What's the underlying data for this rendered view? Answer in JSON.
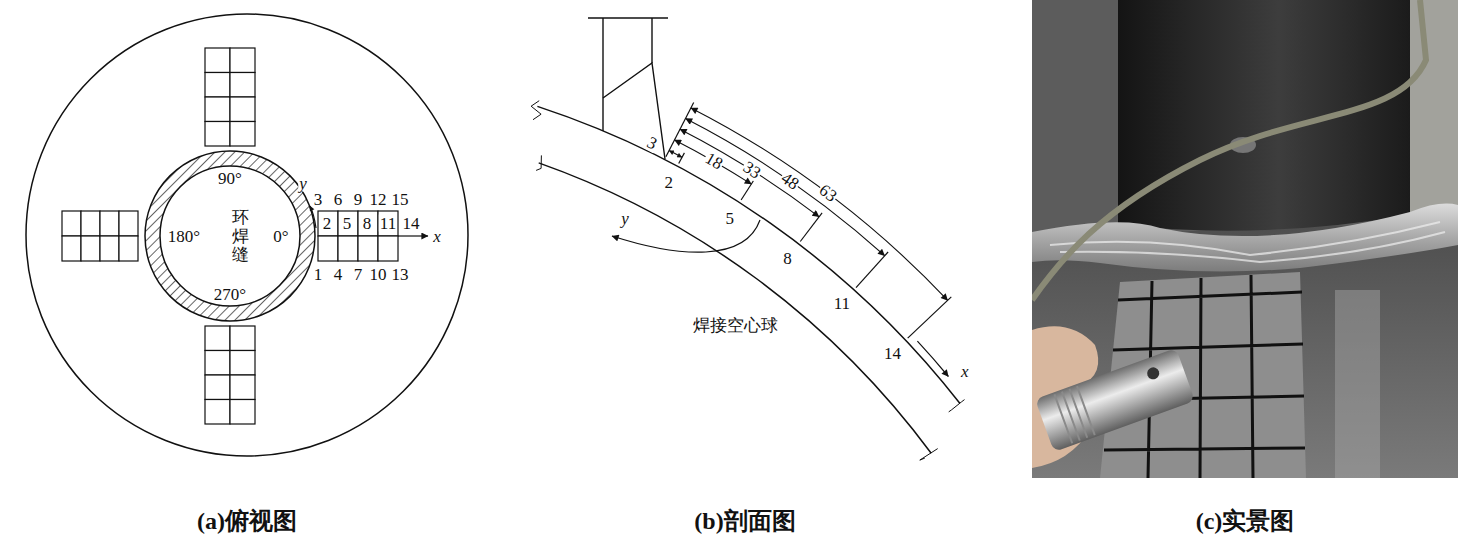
{
  "diagram": {
    "labels": [
      "90°",
      "180°",
      "0°",
      "270°",
      "环焊缝",
      "y",
      "x",
      "3",
      "6",
      "9",
      "12",
      "15",
      "2",
      "5",
      "8",
      "11",
      "14",
      "1",
      "4",
      "7",
      "10",
      "13",
      "3",
      "18",
      "33",
      "48",
      "63",
      "2",
      "5",
      "8",
      "11",
      "14",
      "y",
      "x",
      "焊接空心球",
      "(a)俯视图",
      "(b)剖面图",
      "(c)实景图"
    ]
  }
}
